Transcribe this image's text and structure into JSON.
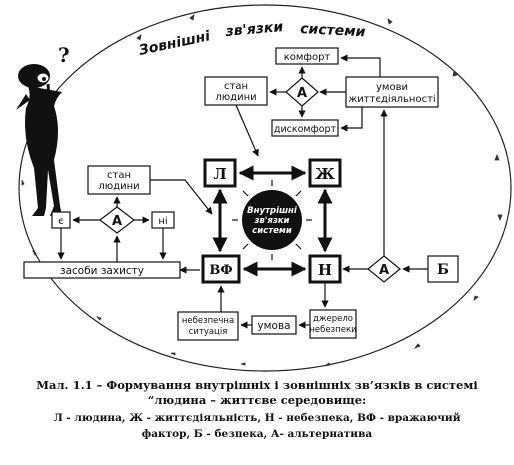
{
  "diagram": {
    "outer_title_1": "Зовнішні",
    "outer_title_2": "зв'язки",
    "outer_title_3": "системи",
    "inner_title_1": "Внутрішні",
    "inner_title_2": "зв'язки",
    "inner_title_3": "системи",
    "node_L": "Л",
    "node_Zh": "Ж",
    "node_VF": "ВФ",
    "node_N": "Н",
    "node_B": "Б",
    "alt_label": "А",
    "comfort": "комфорт",
    "discomfort": "дискомфорт",
    "state_top_1": "стан",
    "state_top_2": "людини",
    "state_left_1": "стан",
    "state_left_2": "людини",
    "conditions_1": "умови",
    "conditions_2": "життєдіяльності",
    "yes": "є",
    "no": "ні",
    "protection": "засоби захисту",
    "danger_situation_1": "небезпечна",
    "danger_situation_2": "ситуація",
    "condition": "умова",
    "danger_source_1": "джерело",
    "danger_source_2": "небезпеки",
    "question_mark": "?"
  },
  "caption": {
    "line1": "Мал. 1.1 –  Формування внутрішніх і зовнішніх  зв’язків в системі",
    "line2": "“людина – життєве середовище:",
    "line3": "Л - людина, Ж - життєдіяльність, Н - небезпека, ВФ - вражаючий",
    "line4": "фактор, Б - безпека, А- альтернатива"
  }
}
